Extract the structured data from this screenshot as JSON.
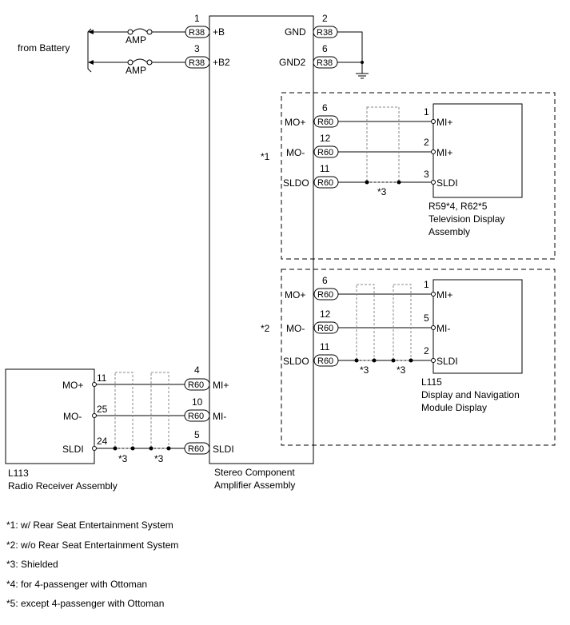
{
  "battery": {
    "label": "from Battery",
    "fuse1": "AMP",
    "fuse2": "AMP"
  },
  "amplifier": {
    "name": [
      "Stereo Component",
      "Amplifier Assembly"
    ],
    "pins": {
      "b": {
        "num": "1",
        "conn": "R38",
        "label": "+B"
      },
      "b2": {
        "num": "3",
        "conn": "R38",
        "label": "+B2"
      },
      "gnd": {
        "num": "2",
        "conn": "R38",
        "label": "GND"
      },
      "gnd2": {
        "num": "6",
        "conn": "R38",
        "label": "GND2"
      },
      "mi_plus": {
        "num": "4",
        "conn": "R60",
        "label": "MI+"
      },
      "mi_minus": {
        "num": "10",
        "conn": "R60",
        "label": "MI-"
      },
      "sldi": {
        "num": "5",
        "conn": "R60",
        "label": "SLDI"
      }
    }
  },
  "group1": {
    "tag": "*1",
    "amp_pins": [
      {
        "label": "MO+",
        "num": "6",
        "conn": "R60"
      },
      {
        "label": "MO-",
        "num": "12",
        "conn": "R60"
      },
      {
        "label": "SLDO",
        "num": "11",
        "conn": "R60"
      }
    ],
    "dev_pins": [
      {
        "num": "1",
        "label": "MI+"
      },
      {
        "num": "2",
        "label": "MI+"
      },
      {
        "num": "3",
        "label": "SLDI"
      }
    ],
    "shield": "*3",
    "device": [
      "R59*4, R62*5",
      "Television Display",
      "Assembly"
    ]
  },
  "group2": {
    "tag": "*2",
    "amp_pins": [
      {
        "label": "MO+",
        "num": "6",
        "conn": "R60"
      },
      {
        "label": "MO-",
        "num": "12",
        "conn": "R60"
      },
      {
        "label": "SLDO",
        "num": "11",
        "conn": "R60"
      }
    ],
    "dev_pins": [
      {
        "num": "1",
        "label": "MI+"
      },
      {
        "num": "5",
        "label": "MI-"
      },
      {
        "num": "2",
        "label": "SLDI"
      }
    ],
    "shield1": "*3",
    "shield2": "*3",
    "device": [
      "L115",
      "Display and Navigation",
      "Module Display"
    ]
  },
  "radio": {
    "name": [
      "L113",
      "Radio Receiver Assembly"
    ],
    "pins": [
      {
        "label": "MO+",
        "num": "11"
      },
      {
        "label": "MO-",
        "num": "25"
      },
      {
        "label": "SLDI",
        "num": "24"
      }
    ],
    "shield1": "*3",
    "shield2": "*3"
  },
  "notes": [
    "*1: w/ Rear Seat Entertainment System",
    "*2: w/o Rear Seat Entertainment System",
    "*3: Shielded",
    "*4: for 4-passenger with Ottoman",
    "*5: except 4-passenger with Ottoman"
  ]
}
